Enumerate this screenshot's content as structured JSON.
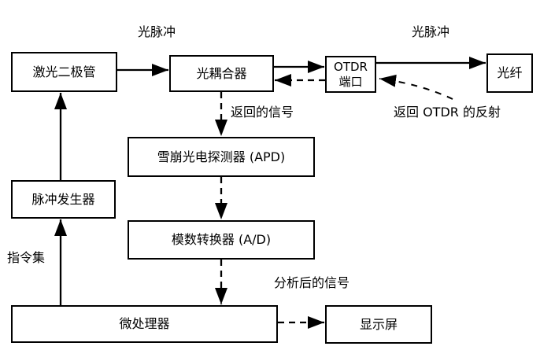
{
  "diagram": {
    "title": "OTDR block diagram",
    "colors": {
      "background": "#ffffff",
      "line": "#000000",
      "text": "#000000"
    },
    "nodes": [
      {
        "id": "laser-diode",
        "label": "激光二极管"
      },
      {
        "id": "optical-coupler",
        "label": "光耦合器"
      },
      {
        "id": "otdr-port",
        "label": "OTDR 端口",
        "line1": "OTDR",
        "line2": "端口"
      },
      {
        "id": "optical-fiber",
        "label": "光纤"
      },
      {
        "id": "apd-detector",
        "label": "雪崩光电探测器 (APD)"
      },
      {
        "id": "pulse-generator",
        "label": "脉冲发生器"
      },
      {
        "id": "ad-converter",
        "label": "模数转换器 (A/D)"
      },
      {
        "id": "microprocessor",
        "label": "微处理器"
      },
      {
        "id": "display-screen",
        "label": "显示屏"
      }
    ],
    "labels": {
      "light_pulse_left": "光脉冲",
      "light_pulse_right": "光脉冲",
      "returned_signal": "返回的信号",
      "reflection_to_otdr": "返回 OTDR 的反射",
      "instruction_set": "指令集",
      "analyzed_signal": "分析后的信号"
    }
  }
}
